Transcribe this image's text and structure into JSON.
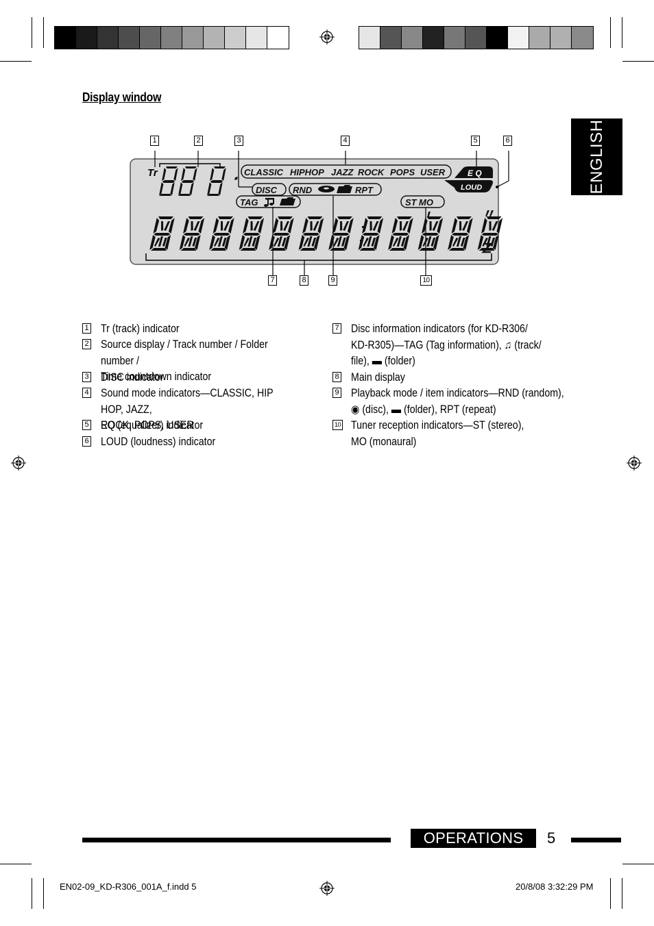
{
  "page": {
    "section_title": "Display window",
    "language_tab": "ENGLISH",
    "footer_section": "OPERATIONS",
    "page_number": "5",
    "slug_left": "EN02-09_KD-R306_001A_f.indd   5",
    "slug_right": "20/8/08   3:32:29 PM"
  },
  "colors": {
    "lcd_background": "#d9d9d9",
    "ink": "#000000",
    "swatches_left": [
      "#000000",
      "#1a1a1a",
      "#333333",
      "#4d4d4d",
      "#666666",
      "#808080",
      "#999999",
      "#b3b3b3",
      "#cccccc",
      "#e6e6e6",
      "#ffffff"
    ],
    "swatches_right": [
      "#e6e6e6",
      "#555555",
      "#888888",
      "#222222",
      "#777777",
      "#555555",
      "#000000",
      "#f2f2f2",
      "#aaaaaa",
      "#b0b0b0",
      "#8a8a8a"
    ]
  },
  "display": {
    "tr": "Tr",
    "modes": [
      "CLASSIC",
      "HIPHOP",
      "JAZZ",
      "ROCK",
      "POPS",
      "USER"
    ],
    "eq": "E Q",
    "loud": "LOUD",
    "disc": "DISC",
    "rnd": "RND",
    "rpt": "RPT",
    "tag": "TAG",
    "st": "ST",
    "mo": "MO",
    "callouts_top": [
      "1",
      "2",
      "3",
      "4",
      "5",
      "6"
    ],
    "callouts_bottom": [
      "7",
      "8",
      "9",
      "10"
    ]
  },
  "legend": {
    "left": [
      {
        "num": "1",
        "text": "Tr (track) indicator"
      },
      {
        "num": "2",
        "text": "Source display / Track number / Folder number /\nTime countdown indicator"
      },
      {
        "num": "3",
        "text": "DISC indicator"
      },
      {
        "num": "4",
        "text": "Sound mode indicators—CLASSIC, HIP HOP, JAZZ,\nROCK, POPS, USER"
      },
      {
        "num": "5",
        "text": "EQ (equalizer) indicator"
      },
      {
        "num": "6",
        "text": "LOUD (loudness) indicator"
      }
    ],
    "right": [
      {
        "num": "7",
        "text": "Disc information indicators (for KD-R306/\nKD-R305)—TAG (Tag information), ♫ (track/\nfile), ▬ (folder)"
      },
      {
        "num": "8",
        "text": "Main display"
      },
      {
        "num": "9",
        "text": "Playback mode / item indicators—RND (random),\n◉ (disc), ▬ (folder), RPT (repeat)"
      },
      {
        "num": "10",
        "text": "Tuner reception indicators—ST (stereo),\nMO (monaural)"
      }
    ]
  }
}
